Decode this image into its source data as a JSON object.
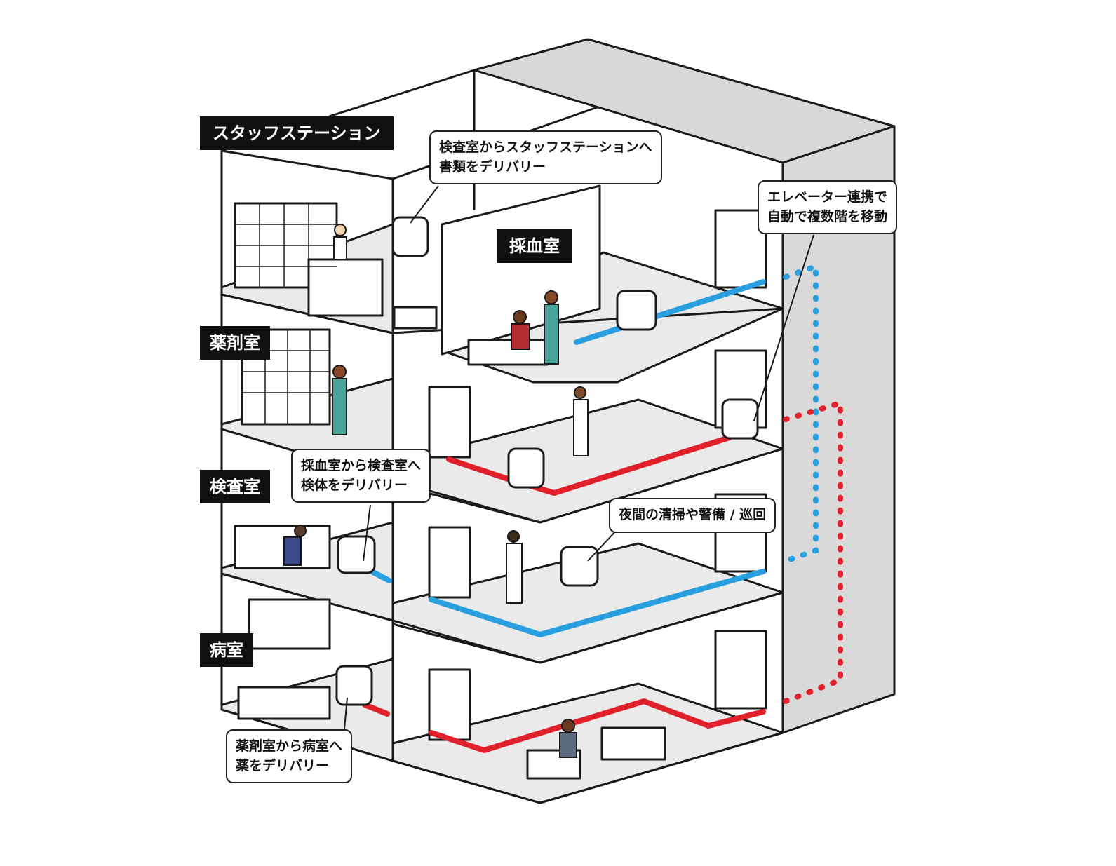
{
  "room_labels": {
    "staff_station": "スタッフステーション",
    "blood_room": "採血室",
    "pharmacy": "薬剤室",
    "lab": "検査室",
    "ward": "病室"
  },
  "callouts": {
    "documents": [
      "検査室からスタッフステーションへ",
      "書類をデリバリー"
    ],
    "elevator": [
      "エレベーター連携で",
      "自動で複数階を移動"
    ],
    "specimens": [
      "採血室から検査室へ",
      "検体をデリバリー"
    ],
    "night": [
      "夜間の清掃や警備 / 巡回"
    ],
    "medicine": [
      "薬剤室から病室へ",
      "薬をデリバリー"
    ]
  },
  "colors": {
    "blue_route": "#2a9fe0",
    "red_route": "#e0202a",
    "floor": "#eaeaea",
    "shaft": "#d9d9d9",
    "label_bg": "#111111",
    "outline": "#1a1a1a"
  }
}
